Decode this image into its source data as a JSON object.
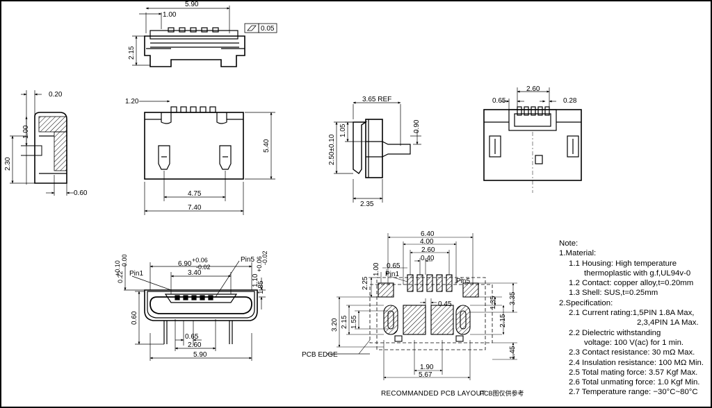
{
  "top_view": {
    "w_total": "5.90",
    "w_tab": "1.00",
    "h_depth": "2.15",
    "flatness_value": "0.05"
  },
  "side_left": {
    "t_top": "0.20",
    "h_1": "1.00",
    "h_2": "2.30",
    "t_bottom": "0.60"
  },
  "front_view": {
    "h_top": "1.20",
    "h_total": "5.40",
    "w_legs": "4.75",
    "w_total": "7.40"
  },
  "side_right": {
    "ref": "3.65 REF",
    "h_1": "1.05",
    "h_2": "2.50±0.10",
    "w_bottom": "2.35",
    "h_small": "0.90"
  },
  "rear_view": {
    "pitch": "2.60",
    "left": "0.65",
    "right": "0.28"
  },
  "end_view": {
    "tol_top_a": "+0.10",
    "tol_top_b": "0.22",
    "tol_top_c": "0.00",
    "w_opening": "6.90",
    "tol_open_a": "+0.06",
    "tol_open_b": "-0.02",
    "w_inner": "3.40",
    "pin1": "Pin1",
    "pin5": "Pin5",
    "tol_side_a": "+0.06",
    "tol_side_b": "-0.02",
    "h_a": "1.10",
    "h_b": "1.85",
    "h_left": "0.60",
    "w_pitch": "0.65",
    "w_260": "2.60",
    "w_590": "5.90"
  },
  "pcb_layout": {
    "w_640": "6.40",
    "w_400": "4.00",
    "w_260": "2.60",
    "w_040": "0.40",
    "v_100": "1.00",
    "v_065": "0.65",
    "pin1": "Pin1",
    "pin5": "Pin5",
    "v_225": "2.25",
    "w_045": "0.45",
    "v_135": "1.35",
    "v_215r": "2.15",
    "v_335": "3.35",
    "v_320": "3.20",
    "v_215l": "2.15",
    "v_155": "1.55",
    "v_145": "1.45",
    "w_190": "1.90",
    "w_567": "5.67",
    "pcb_edge": "PCB EDGE",
    "title": "RECOMMANDED PCB LAYOUT",
    "subtitle": "PCB图仅供参考"
  },
  "notes": {
    "title": "Note:",
    "lines": [
      "1.Material:",
      "1.1  Housing: High temperature",
      "thermoplastic with g.f,UL94v-0",
      "1.2  Contact: copper alloy,t=0.20mm",
      "1.3  Shell: SUS,t=0.25mm",
      "2.Specification:",
      "2.1  Current rating:1,5PIN 1.8A Max,",
      "2,3,4PIN 1A Max.",
      "2.2  Dielectric withstanding",
      "voltage: 100 V(ac) for 1 min.",
      "2.3  Contact resistance: 30 mΩ Max.",
      "2.4  Insulation resistance: 100 MΩ Min.",
      "2.5  Total mating force: 3.57 Kgf Max.",
      "2.6  Total unmating force: 1.0 Kgf Min.",
      "2.7  Temperature range: −30°C~80°C"
    ]
  }
}
